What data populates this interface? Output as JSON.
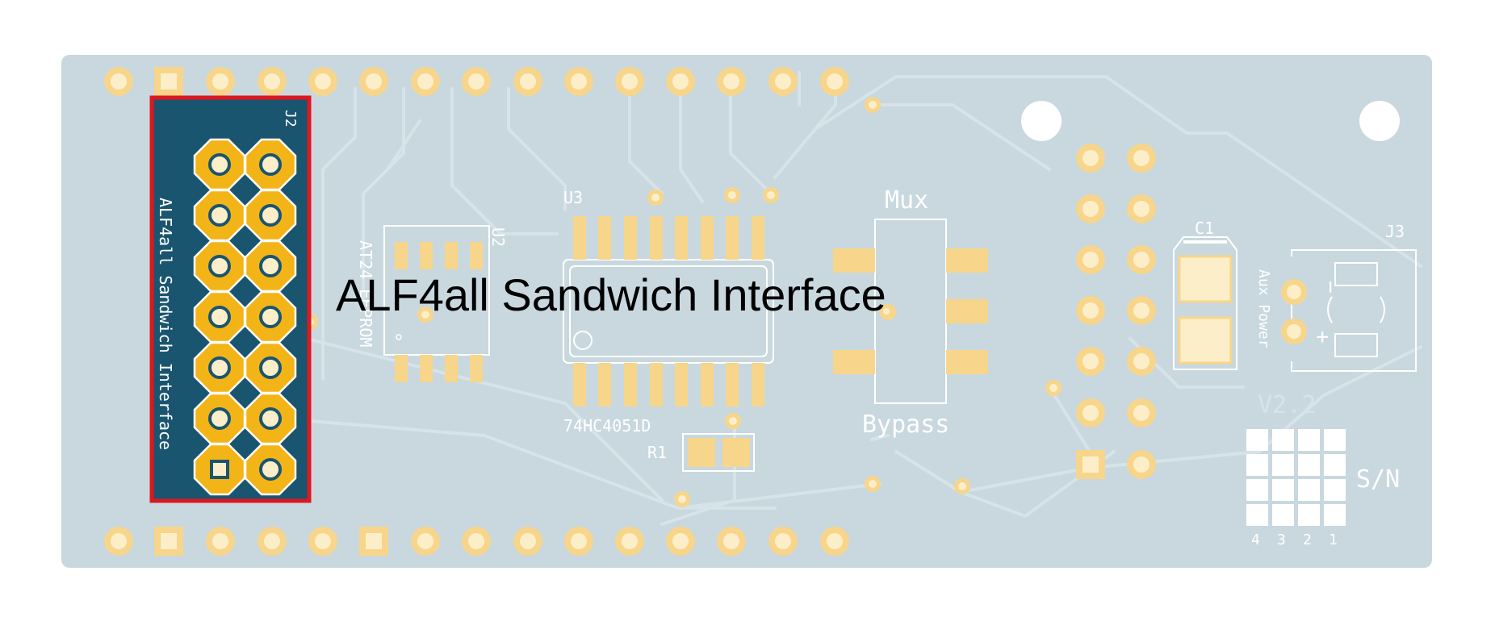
{
  "board": {
    "colors": {
      "board": "#c9d8df",
      "trace": "#d8e4e9",
      "pad_ring": "#f7d58a",
      "pad_center": "#fbeec8",
      "highlight_bg": "#1a5570",
      "highlight_pad": "#f3b417",
      "highlight_border": "#e0161e",
      "silkscreen": "#ffffff"
    },
    "callout_text": "ALF4all Sandwich Interface",
    "j2": {
      "ref": "J2",
      "label": "ALF4all Sandwich Interface",
      "pins": 14
    },
    "u2": {
      "ref": "U2",
      "label": "AT24 EEPROM"
    },
    "u3": {
      "ref": "U3",
      "part": "74HC4051D"
    },
    "r1": {
      "ref": "R1"
    },
    "switch": {
      "top": "Mux",
      "bottom": "Bypass"
    },
    "c1": {
      "ref": "C1"
    },
    "j3": {
      "ref": "J3",
      "label": "Aux Power",
      "plus": "+",
      "minus": "−"
    },
    "version": "V2.2",
    "sn": {
      "label": "S/N",
      "digits": [
        "4",
        "3",
        "2",
        "1"
      ]
    }
  }
}
